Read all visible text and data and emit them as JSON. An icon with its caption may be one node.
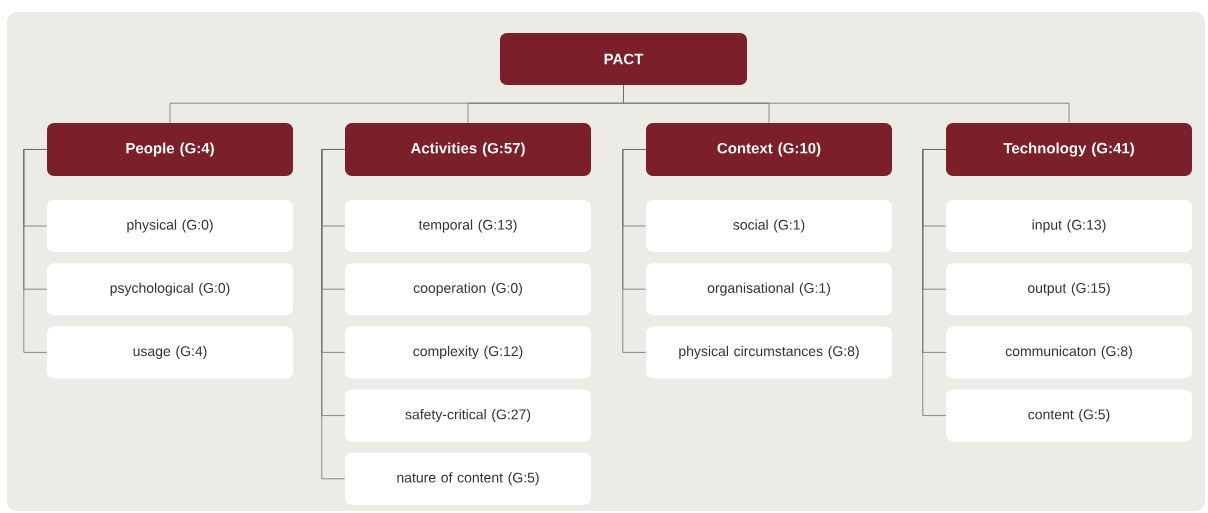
{
  "diagram": {
    "nodes": [
      {
        "text": [
          "PACT"
        ]
      },
      {
        "text": [
          "People (G:4)"
        ]
      },
      {
        "text": [
          "physical (G:0)"
        ]
      },
      {
        "text": [
          "psychological (G:0)"
        ]
      },
      {
        "text": [
          "usage (G:4)"
        ]
      },
      {
        "text": [
          "Activities (G:57)"
        ]
      },
      {
        "text": [
          "temporal (G:13)"
        ]
      },
      {
        "text": [
          "cooperation (G:0)"
        ]
      },
      {
        "text": [
          "complexity (G:12)"
        ]
      },
      {
        "text": [
          "safety-critical (G:27)"
        ]
      },
      {
        "text": [
          "nature of content (G:5)"
        ]
      },
      {
        "text": [
          "Context (G:10)"
        ]
      },
      {
        "text": [
          "social (G:1)"
        ]
      },
      {
        "text": [
          "organisational (G:1)"
        ]
      },
      {
        "text": [
          "physical circumstances (G:8)"
        ]
      },
      {
        "text": [
          "Technology (G:41)"
        ]
      },
      {
        "text": [
          "input (G:13)"
        ]
      },
      {
        "text": [
          "output (G:15)"
        ]
      },
      {
        "text": [
          "communicaton (G:8)"
        ]
      },
      {
        "text": [
          "content (G:5)"
        ]
      }
    ],
    "edges": [
      {
        "from": 0,
        "to": 1,
        "arrow": "none"
      },
      {
        "from": 0,
        "to": 5,
        "arrow": "none"
      },
      {
        "from": 0,
        "to": 11,
        "arrow": "none"
      },
      {
        "from": 0,
        "to": 15,
        "arrow": "none"
      },
      {
        "from": 1,
        "to": 2,
        "arrow": "none"
      },
      {
        "from": 1,
        "to": 3,
        "arrow": "none"
      },
      {
        "from": 1,
        "to": 4,
        "arrow": "none"
      },
      {
        "from": 5,
        "to": 6,
        "arrow": "none"
      },
      {
        "from": 5,
        "to": 7,
        "arrow": "none"
      },
      {
        "from": 5,
        "to": 8,
        "arrow": "none"
      },
      {
        "from": 5,
        "to": 9,
        "arrow": "none"
      },
      {
        "from": 5,
        "to": 10,
        "arrow": "none"
      },
      {
        "from": 11,
        "to": 12,
        "arrow": "none"
      },
      {
        "from": 11,
        "to": 13,
        "arrow": "none"
      },
      {
        "from": 11,
        "to": 14,
        "arrow": "none"
      },
      {
        "from": 15,
        "to": 16,
        "arrow": "none"
      },
      {
        "from": 15,
        "to": 17,
        "arrow": "none"
      },
      {
        "from": 15,
        "to": 18,
        "arrow": "none"
      },
      {
        "from": 15,
        "to": 19,
        "arrow": "none"
      }
    ]
  }
}
